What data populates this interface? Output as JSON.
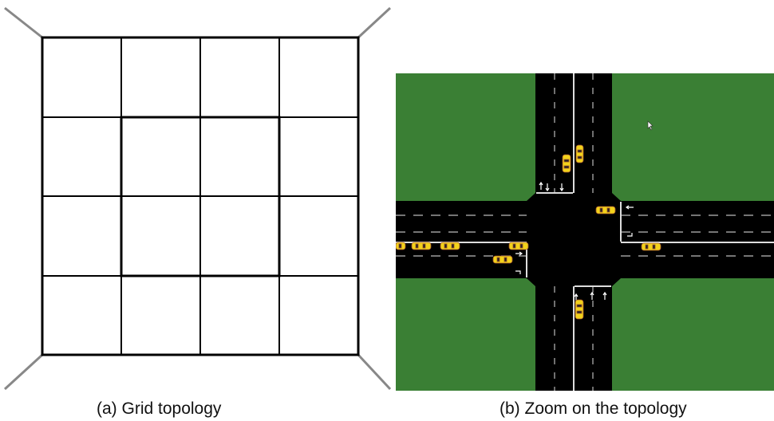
{
  "captions": {
    "a": "(a)  Grid topology",
    "b": "(b)  Zoom on the topology"
  },
  "grid": {
    "rows": 4,
    "cols": 4
  },
  "colors": {
    "grass": "#3a7f34",
    "road": "#000000",
    "car_body": "#f2d21b",
    "grid_line": "#000000",
    "diagonal": "#888888"
  },
  "icons": [
    "mouse-cursor-icon",
    "car-icon",
    "lane-arrow-icon"
  ]
}
